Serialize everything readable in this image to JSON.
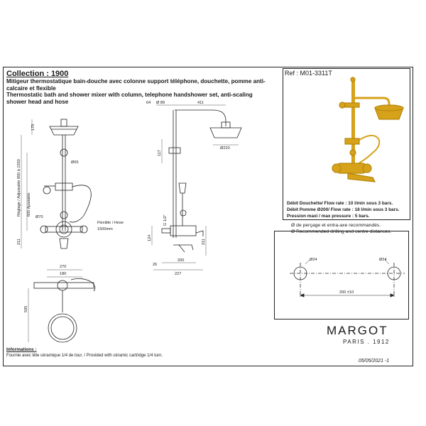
{
  "header": {
    "collection": "Collection : 1900",
    "desc_fr": "Mitigeur thermostatique bain-douche avec colonne support téléphone, douchette, pomme anti-calcaire et flexible",
    "desc_en": "Thermostatic bath and shower mixer with column, telephone handshower set, anti-scaling shower head and hose"
  },
  "reference": "Ref : M01-3311T",
  "specs": [
    "Débit Douchette/ Flow rate : 10 l/min sous 3 bars.",
    "Débit Pomme Ø200/ Flow rate : 18 l/min sous 3 bars.",
    "Pression maxi / max pressure : 5 bars."
  ],
  "drilling": {
    "fr": "Ø de perçage et entra-axe recommandés.",
    "en": "Ø Recommended drilling and centre distances.",
    "hole_label_left": "Ø24",
    "hole_label_right": "Ø24",
    "centre_distance": "200 ±10"
  },
  "dimensions": {
    "front": [
      "175",
      "Ø65",
      "Réglage / Adjustable 850 à 1550",
      "600 Ajustable",
      "Ø70",
      "211",
      "Flexible / Hose",
      "1500mm",
      "270",
      "180",
      "595"
    ],
    "side": [
      "64",
      "Ø 89",
      "411",
      "Ø220",
      "117",
      "G 1/2\"",
      "124",
      "211",
      "26",
      "200",
      "227"
    ]
  },
  "brand": {
    "name": "MARGOT",
    "sub": "PARIS . 1912"
  },
  "date": "05/05/2021 -1",
  "informations": {
    "title": "Informations :",
    "text": "Fournie avec tête céramique 1/4 de tour. / Provided with céramic cartridge 1/4 turn."
  },
  "colors": {
    "brass": "#d6a21a",
    "line": "#222222"
  }
}
